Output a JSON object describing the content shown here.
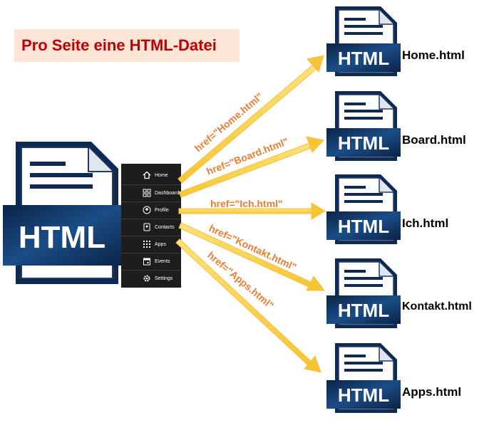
{
  "title": "Pro Seite eine HTML-Datei",
  "html_badge": "HTML",
  "colors": {
    "title_bg": "#fce4d6",
    "title_text": "#c00000",
    "href_text": "#ed7d31",
    "arrow": "#ffd34d",
    "badge": "#0e2a52",
    "menu_bg": "#1d1d1d"
  },
  "menu": {
    "items": [
      {
        "label": "Home",
        "icon": "home-icon"
      },
      {
        "label": "Dashboard",
        "icon": "dashboard-icon"
      },
      {
        "label": "Profile",
        "icon": "user-circle-icon"
      },
      {
        "label": "Contacts",
        "icon": "contacts-icon"
      },
      {
        "label": "Apps",
        "icon": "apps-grid-icon"
      },
      {
        "label": "Events",
        "icon": "calendar-icon"
      },
      {
        "label": "Settings",
        "icon": "gear-icon"
      }
    ]
  },
  "links": [
    {
      "href": "href=\"Home.html\"",
      "target": "Home.html"
    },
    {
      "href": "href=\"Board.html\"",
      "target": "Board.html"
    },
    {
      "href": "href=\"Ich.html\"",
      "target": "Ich.html"
    },
    {
      "href": "href=\"Kontakt.html\"",
      "target": "Kontakt.html"
    },
    {
      "href": "href=\"Apps.html\"",
      "target": "Apps.html"
    }
  ]
}
